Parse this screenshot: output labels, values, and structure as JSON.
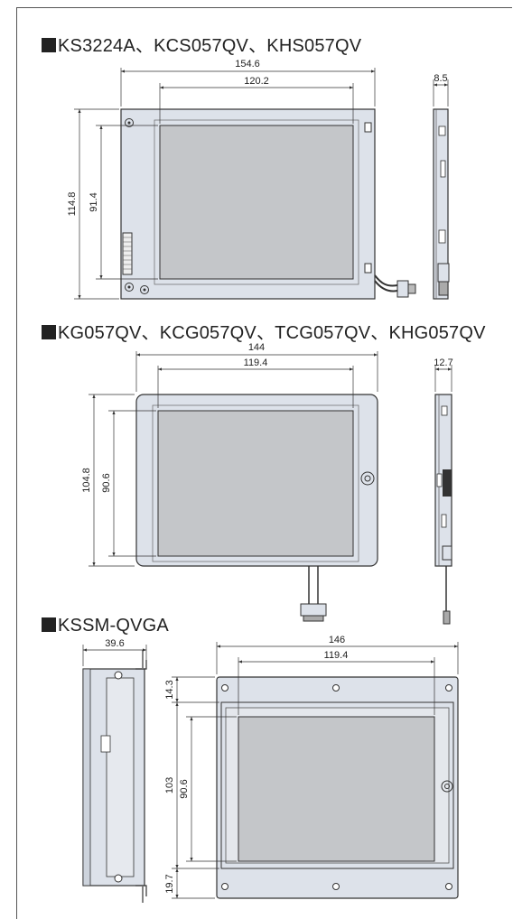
{
  "sections": [
    {
      "title": "KS3224A、KCS057QV、KHS057QV",
      "dims": {
        "outer_width": "154.6",
        "active_width": "120.2",
        "outer_height": "114.8",
        "active_height": "91.4",
        "depth": "8.5"
      }
    },
    {
      "title": "KG057QV、KCG057QV、TCG057QV、KHG057QV",
      "dims": {
        "outer_width": "144",
        "active_width": "119.4",
        "outer_height": "104.8",
        "active_height": "90.6",
        "depth": "12.7"
      }
    },
    {
      "title": "KSSM-QVGA",
      "dims": {
        "depth": "39.6",
        "outer_width": "146",
        "active_width": "119.4",
        "top_margin": "14.3",
        "outer_height": "103",
        "active_height": "90.6",
        "bottom_margin": "19.7"
      }
    }
  ],
  "colors": {
    "panel_fill": "#dde2ea",
    "screen_fill": "#c4c6c9",
    "line": "#333333"
  }
}
